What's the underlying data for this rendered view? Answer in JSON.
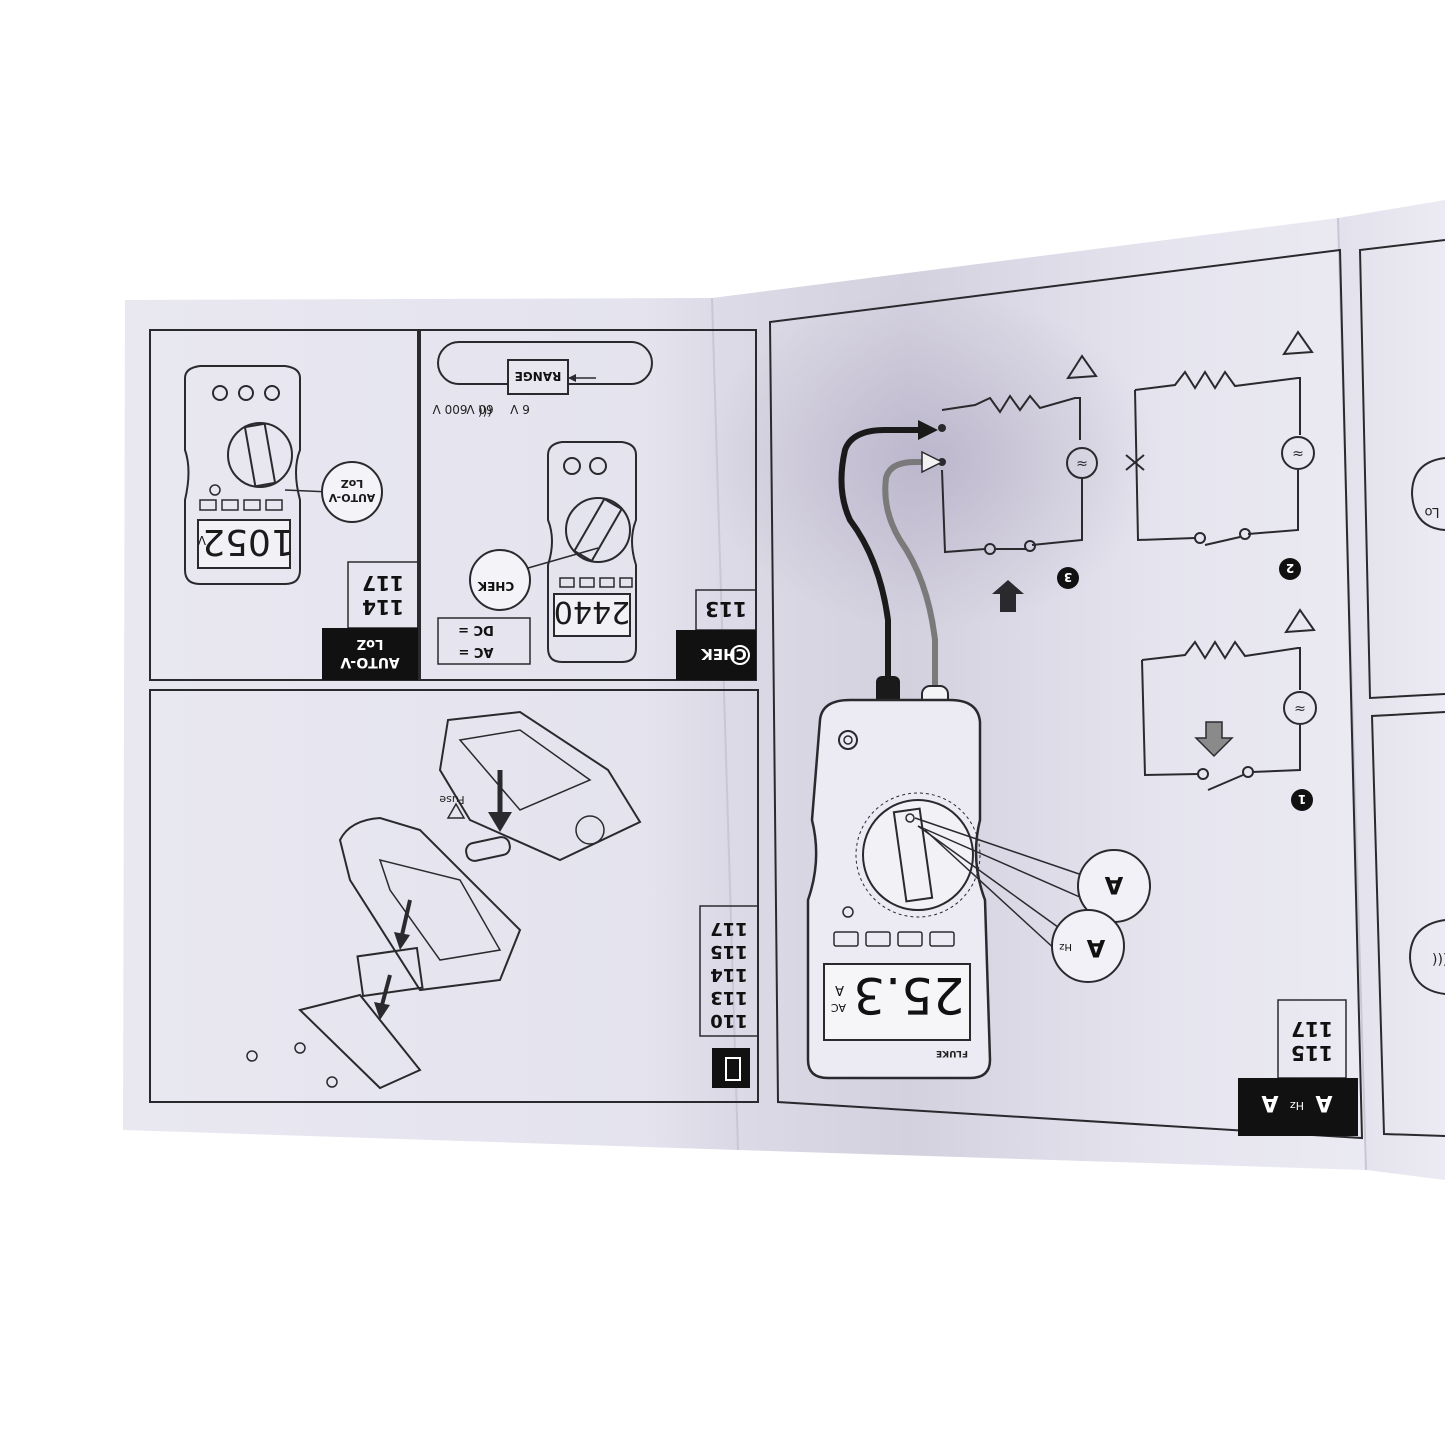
{
  "panels": {
    "autov": {
      "tag_line1": "AUTO-V",
      "tag_line2": "LoZ",
      "models": [
        "114",
        "117"
      ],
      "callout_line1": "AUTO-V",
      "callout_line2": "LoZ",
      "display_reading": "1052",
      "display_unit": "V"
    },
    "vchek": {
      "tag": "CHEK",
      "model": "113",
      "range_label": "RANGE",
      "range_values": [
        "600 V",
        "60 V",
        "6 V"
      ],
      "callout": "CHEK",
      "display_reading": "2440",
      "legend_ac": "AC =",
      "legend_dc": "DC ="
    },
    "battery": {
      "models": [
        "110",
        "113",
        "114",
        "115",
        "117"
      ],
      "fuse_label": "Fuse"
    },
    "amps": {
      "models": [
        "115",
        "117"
      ],
      "display_reading": "25.3",
      "display_unit": "A",
      "display_mode": "AC",
      "tag_hz": "Hz",
      "callout_hz": "Hz",
      "brand": "FLUKE",
      "steps": [
        "1",
        "2",
        "3"
      ]
    },
    "right_edge": {
      "partial_text": "Lo"
    }
  },
  "colors": {
    "paper": "#e7e6f0",
    "paper_shadow": "#d5d3e0",
    "line": "#2a2a2e",
    "tag_bg": "#111111",
    "arrow_gray": "#8a8a8a"
  }
}
